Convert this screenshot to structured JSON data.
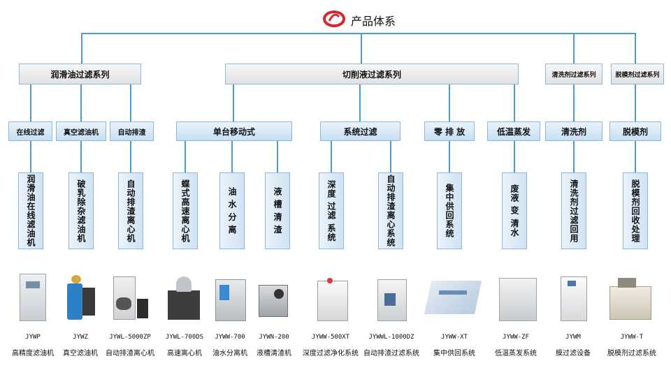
{
  "header": {
    "title": "产品体系",
    "logo": "company-logo-red-swirl"
  },
  "categories": [
    {
      "label": "润滑油过滤系列"
    },
    {
      "label": "切削液过滤系列"
    },
    {
      "label": "清洗剂过滤系列"
    },
    {
      "label": "脱模剂过滤系列"
    }
  ],
  "subcategories": [
    {
      "label": "在线过滤"
    },
    {
      "label": "真空滤油机"
    },
    {
      "label": "自动排渣"
    },
    {
      "label": "单台移动式"
    },
    {
      "label": "系统过滤"
    },
    {
      "label": "零 排 放"
    },
    {
      "label": "低温蒸发"
    },
    {
      "label": "清洗剂"
    },
    {
      "label": "脱模剂"
    }
  ],
  "solutions": [
    {
      "label": "润滑油在线滤油机"
    },
    {
      "label": "破乳除杂滤油机"
    },
    {
      "label": "自动排渣离心机"
    },
    {
      "label": "蝶式高速离心机"
    },
    {
      "label": "油 水 分 离"
    },
    {
      "label": "液 槽 清 渣"
    },
    {
      "label": "深度 过滤 系统"
    },
    {
      "label": "自动排渣离心系统"
    },
    {
      "label": "集中供回系统"
    },
    {
      "label": "废液 变 清水"
    },
    {
      "label": "清洗剂过滤回用"
    },
    {
      "label": "脱模剂回收处理"
    }
  ],
  "products": [
    {
      "model": "JYWP",
      "name": "高精度滤油机"
    },
    {
      "model": "JYWZ",
      "name": "真空滤油机"
    },
    {
      "model": "JYWL-5000ZP",
      "name": "自动排渣离心机"
    },
    {
      "model": "JYWL-700DS",
      "name": "高速离心机"
    },
    {
      "model": "JYWW-700",
      "name": "油水分离机"
    },
    {
      "model": "JYWN-200",
      "name": "液槽清渣机"
    },
    {
      "model": "JYWW-500XT",
      "name": "深度过滤净化系统"
    },
    {
      "model": "JYWWL-1000DZ",
      "name": "自动排渣过滤系统"
    },
    {
      "model": "JYWW-XT",
      "name": "集中供回系统"
    },
    {
      "model": "JYWW-ZF",
      "name": "低温蒸发系统"
    },
    {
      "model": "JYWM",
      "name": "膜过滤设备"
    },
    {
      "model": "JYWW-T",
      "name": "脱模剂过滤系统"
    }
  ],
  "colors": {
    "connector": "#4a9bd0",
    "logo": "#d9272e"
  }
}
